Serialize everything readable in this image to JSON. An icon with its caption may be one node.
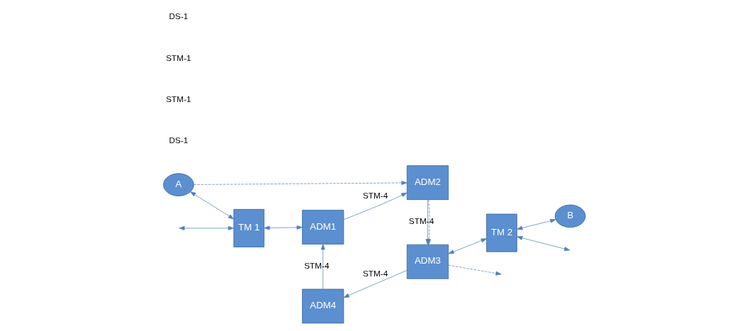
{
  "diagram": {
    "nodes": [
      {
        "text": [
          "A"
        ]
      },
      {
        "text": [
          "TM 1"
        ]
      },
      {
        "text": [
          "ADM1"
        ]
      },
      {
        "text": [
          "ADM2"
        ]
      },
      {
        "text": [
          "ADM3"
        ]
      },
      {
        "text": [
          "ADM4"
        ]
      },
      {
        "text": [
          "TM 2"
        ]
      },
      {
        "text": [
          "B"
        ]
      }
    ],
    "edges": [
      {
        "from": null,
        "to": 1,
        "arrow": "both"
      },
      {
        "from": 0,
        "to": 1,
        "arrow": "both"
      },
      {
        "from": 1,
        "to": 2,
        "arrow": "both"
      },
      {
        "from": 2,
        "to": 3,
        "arrow": "to",
        "label": "STM-4"
      },
      {
        "from": 3,
        "to": 4,
        "arrow": "to",
        "label": "STM-4"
      },
      {
        "from": 4,
        "to": 5,
        "arrow": "to",
        "label": "STM-4"
      },
      {
        "from": 5,
        "to": 2,
        "arrow": "to",
        "label": "STM-4"
      },
      {
        "from": 4,
        "to": 6,
        "arrow": "both"
      },
      {
        "from": 6,
        "to": 7,
        "arrow": "both"
      },
      {
        "from": 6,
        "to": null,
        "arrow": "both"
      },
      {
        "from": 0,
        "to": 3,
        "arrow": "to",
        "style": "dashed"
      },
      {
        "from": 3,
        "to": 4,
        "arrow": "to",
        "style": "dashed"
      },
      {
        "from": 4,
        "to": null,
        "arrow": "to",
        "style": "dashed"
      }
    ],
    "labels": [
      "DS-1",
      "STM-1",
      "STM-1",
      "DS-1"
    ]
  }
}
